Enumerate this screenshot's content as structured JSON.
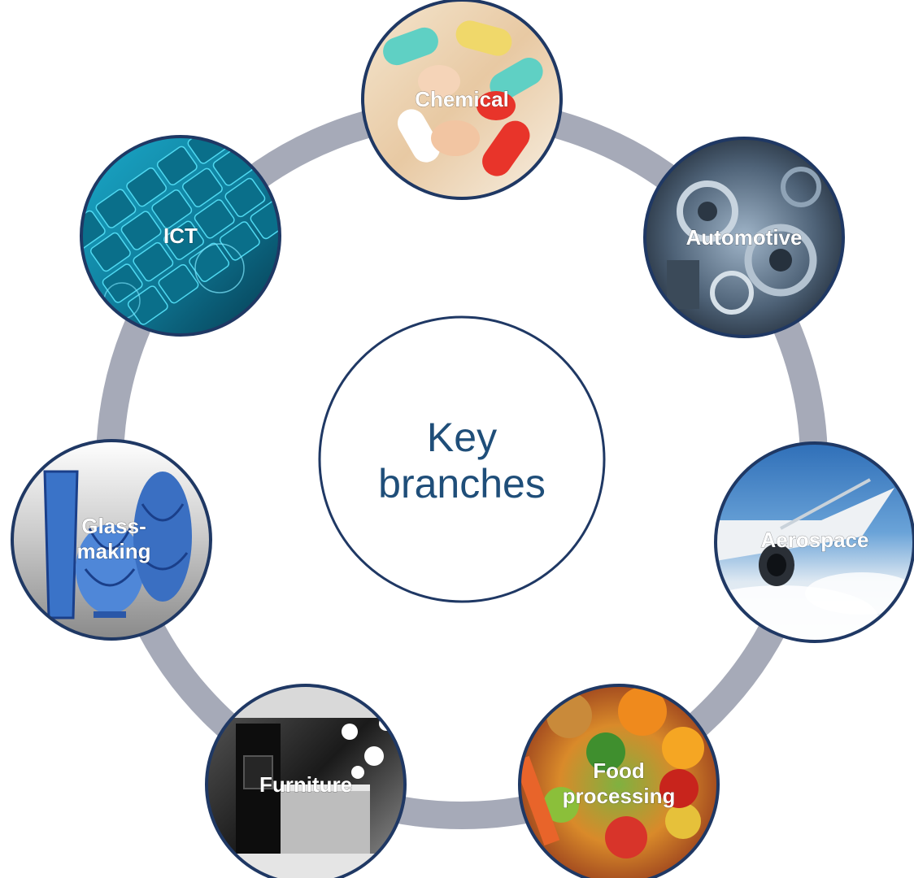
{
  "diagram": {
    "center": {
      "lines": [
        "Key",
        "branches"
      ]
    },
    "branches": [
      {
        "id": "chemical",
        "lines": [
          "Chemical"
        ],
        "icon": "pills-photo"
      },
      {
        "id": "automotive",
        "lines": [
          "Automotive"
        ],
        "icon": "engine-photo"
      },
      {
        "id": "aerospace",
        "lines": [
          "Aerospace"
        ],
        "icon": "airplane-photo"
      },
      {
        "id": "food",
        "lines": [
          "Food",
          "processing"
        ],
        "icon": "vegetables-photo"
      },
      {
        "id": "furniture",
        "lines": [
          "Furniture"
        ],
        "icon": "kitchen-photo"
      },
      {
        "id": "glass",
        "lines": [
          "Glass-",
          "making"
        ],
        "icon": "vases-photo"
      },
      {
        "id": "ict",
        "lines": [
          "ICT"
        ],
        "icon": "keyboard-photo"
      }
    ],
    "colors": {
      "ring": "#a6aab8",
      "circle_border": "#1f3864",
      "center_text": "#1f4e79",
      "label_text": "#ffffff"
    }
  }
}
